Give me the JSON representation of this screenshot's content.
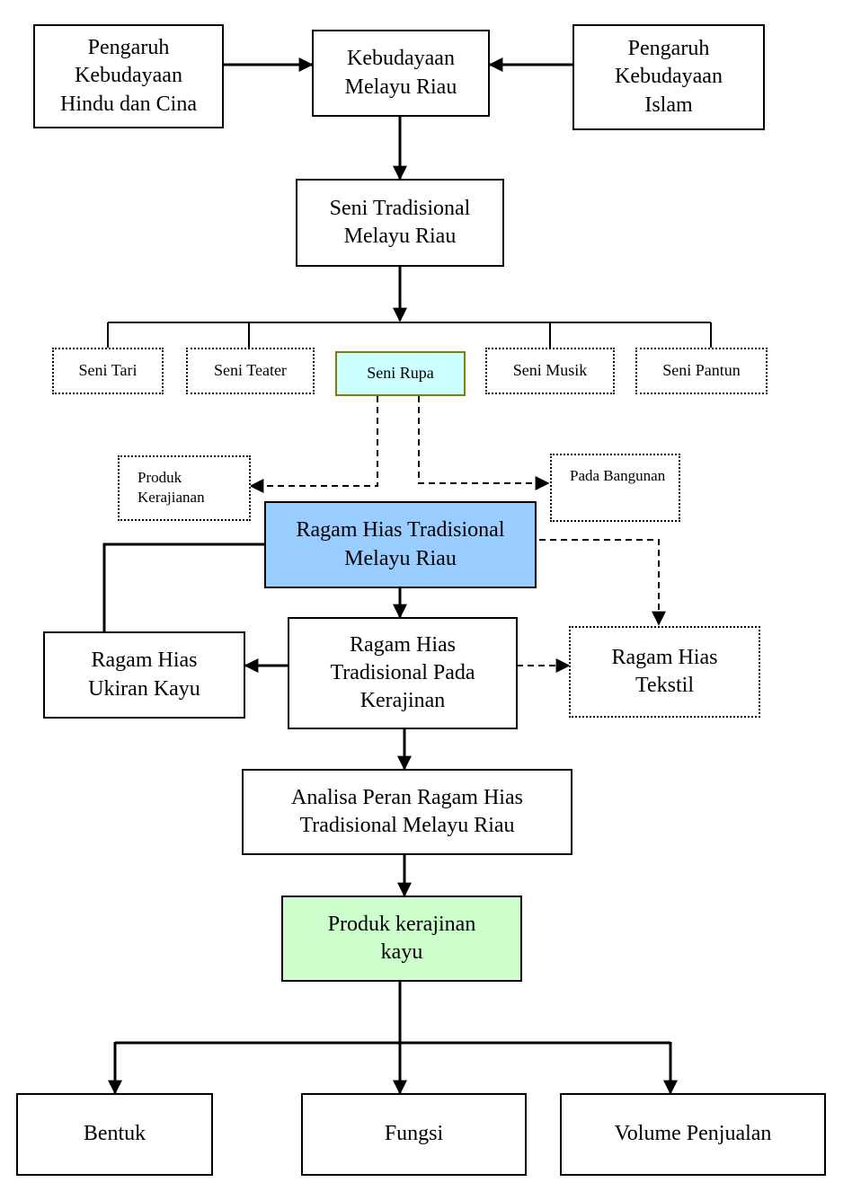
{
  "diagram": {
    "nodes": {
      "hindu_cina": "Pengaruh Kebudayaan Hindu dan Cina",
      "kebudayaan": "Kebudayaan Melayu Riau",
      "islam": "Pengaruh Kebudayaan Islam",
      "seni_tradisional": "Seni Tradisional Melayu Riau",
      "seni_tari": "Seni Tari",
      "seni_teater": "Seni Teater",
      "seni_rupa": "Seni Rupa",
      "seni_musik": "Seni Musik",
      "seni_pantun": "Seni Pantun",
      "produk_kerajianan": "Produk Kerajianan",
      "pada_bangunan": "Pada Bangunan",
      "ragam_hias_tradisional": "Ragam Hias Tradisional Melayu Riau",
      "ukiran_kayu": "Ragam Hias Ukiran Kayu",
      "pada_kerajinan": "Ragam Hias Tradisional Pada Kerajinan",
      "tekstil": "Ragam Hias Tekstil",
      "analisa": "Analisa Peran Ragam Hias Tradisional Melayu Riau",
      "produk_kayu": "Produk kerajinan kayu",
      "bentuk": "Bentuk",
      "fungsi": "Fungsi",
      "volume": "Volume Penjualan"
    },
    "colors": {
      "seni_rupa_fill": "#ccffff",
      "seni_rupa_border": "#808000",
      "ragam_hias_fill": "#99ccff",
      "produk_kayu_fill": "#ccffcc"
    }
  }
}
